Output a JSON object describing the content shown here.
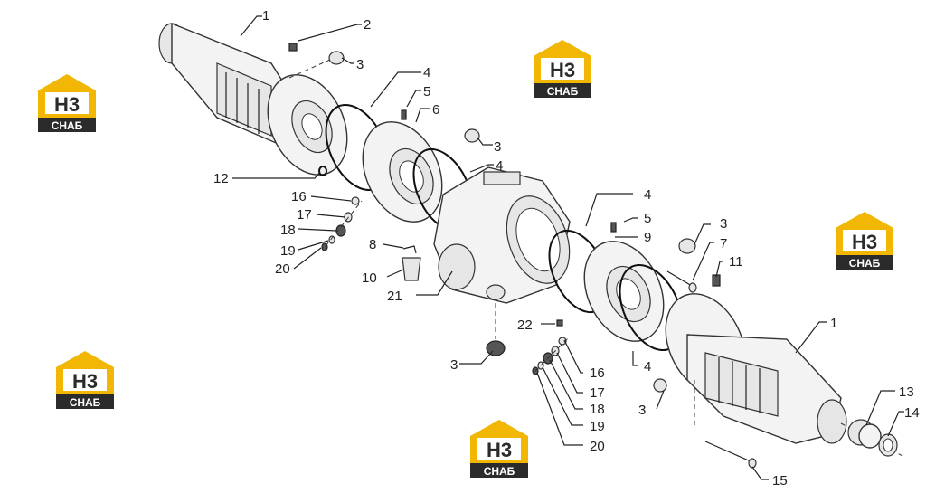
{
  "watermark": {
    "top": "H3",
    "bottom": "CHAБ"
  },
  "colors": {
    "logo_yellow": "#f2b705",
    "logo_dark": "#2b2b2b",
    "line": "#222222"
  },
  "callouts": [
    {
      "id": "c1a",
      "text": "1"
    },
    {
      "id": "c2",
      "text": "2"
    },
    {
      "id": "c3a",
      "text": "3"
    },
    {
      "id": "c4a",
      "text": "4"
    },
    {
      "id": "c5a",
      "text": "5"
    },
    {
      "id": "c6",
      "text": "6"
    },
    {
      "id": "c3b",
      "text": "3"
    },
    {
      "id": "c4b",
      "text": "4"
    },
    {
      "id": "c12",
      "text": "12"
    },
    {
      "id": "c16a",
      "text": "16"
    },
    {
      "id": "c17a",
      "text": "17"
    },
    {
      "id": "c18a",
      "text": "18"
    },
    {
      "id": "c19a",
      "text": "19"
    },
    {
      "id": "c20a",
      "text": "20"
    },
    {
      "id": "c8",
      "text": "8"
    },
    {
      "id": "c10",
      "text": "10"
    },
    {
      "id": "c21",
      "text": "21"
    },
    {
      "id": "c4c",
      "text": "4"
    },
    {
      "id": "c5b",
      "text": "5"
    },
    {
      "id": "c9",
      "text": "9"
    },
    {
      "id": "c3c",
      "text": "3"
    },
    {
      "id": "c7",
      "text": "7"
    },
    {
      "id": "c11",
      "text": "11"
    },
    {
      "id": "c1b",
      "text": "1"
    },
    {
      "id": "c22",
      "text": "22"
    },
    {
      "id": "c3d",
      "text": "3"
    },
    {
      "id": "c16b",
      "text": "16"
    },
    {
      "id": "c17b",
      "text": "17"
    },
    {
      "id": "c18b",
      "text": "18"
    },
    {
      "id": "c19b",
      "text": "19"
    },
    {
      "id": "c20b",
      "text": "20"
    },
    {
      "id": "c4d",
      "text": "4"
    },
    {
      "id": "c3e",
      "text": "3"
    },
    {
      "id": "c13",
      "text": "13"
    },
    {
      "id": "c14",
      "text": "14"
    },
    {
      "id": "c15",
      "text": "15"
    }
  ]
}
